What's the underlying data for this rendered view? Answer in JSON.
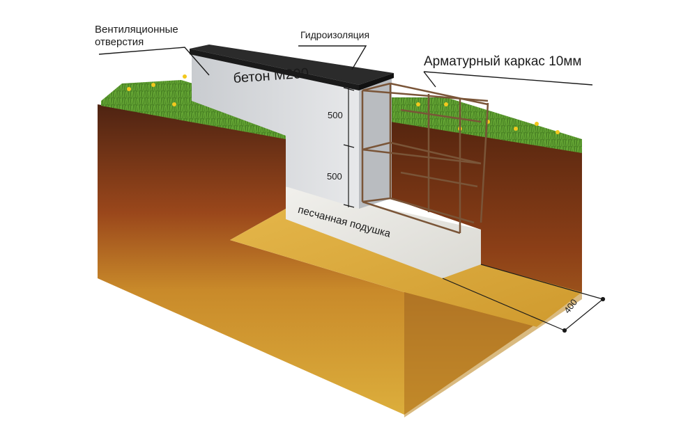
{
  "labels": {
    "ventilation": [
      "Вентиляционные",
      "отверстия"
    ],
    "waterproofing": "Гидроизоляция",
    "rebar_cage": "Арматурный каркас 10мм",
    "concrete": "бетон М200",
    "sand_cushion": "песчанная подушка"
  },
  "dimensions": {
    "upper_height": "500",
    "lower_height": "500",
    "width": "400"
  },
  "colors": {
    "grass": "#4f8a2a",
    "soil_dark": "#5b2a14",
    "soil_mid": "#9a4a1c",
    "soil_yellow": "#d6a634",
    "concrete": "#d6d9dc",
    "waterproofing": "#2b2b2b",
    "sand": "#ececea",
    "rebar": "#7a5538"
  }
}
